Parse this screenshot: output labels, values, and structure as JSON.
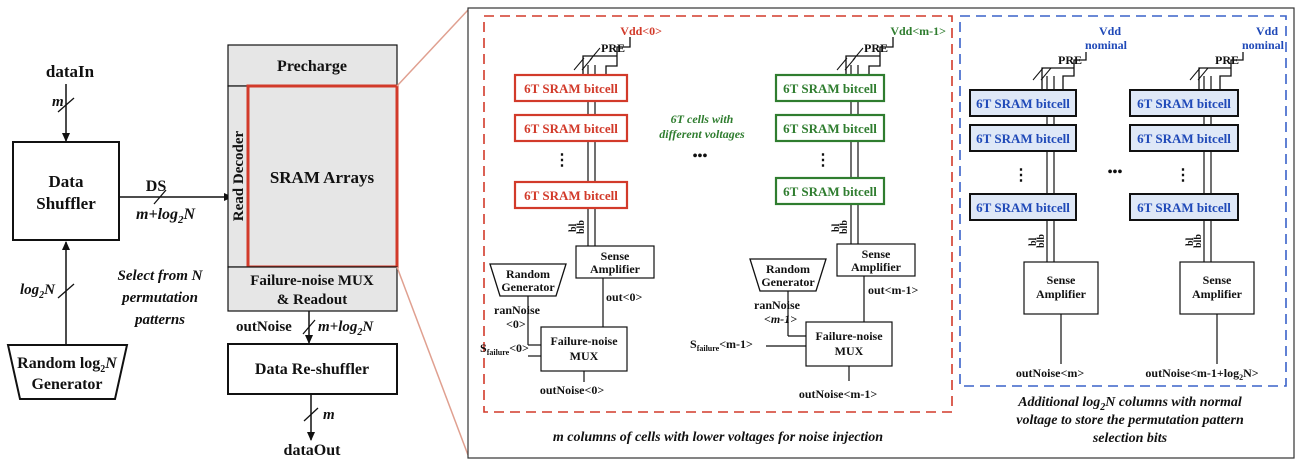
{
  "left": {
    "data_in": "dataIn",
    "m": "m",
    "data_shuffler": [
      "Data",
      "Shuffler"
    ],
    "ds": "DS",
    "ds_width_m": "m+log",
    "ds_width_n": "N",
    "log2n_label_log": "log",
    "log2n_label_n": "N",
    "select_caption": [
      "Select from N",
      "permutation",
      "patterns"
    ],
    "random_gen": [
      "Random log",
      "N",
      "Generator"
    ]
  },
  "middle": {
    "precharge": "Precharge",
    "read_decoder": "Read Decoder",
    "sram_arrays": "SRAM Arrays",
    "failure_mux": [
      "Failure-noise MUX",
      "& Readout"
    ],
    "out_noise": "outNoise",
    "out_width": "m+log",
    "out_width_n": "N",
    "reshuffler": "Data Re-shuffler",
    "m_out": "m",
    "data_out": "dataOut"
  },
  "detail": {
    "vdd0": "Vdd<0>",
    "vddm1": "Vdd<m-1>",
    "vdd_nominal": [
      "Vdd",
      "nominal"
    ],
    "pre": "PRE",
    "bitcell": "6T SRAM bitcell",
    "cells_note": [
      "6T cells with",
      "different voltages"
    ],
    "ellipsis": "•••",
    "bl": "bl",
    "blb": "blb",
    "sense": [
      "Sense",
      "Amplifier"
    ],
    "random_gen": [
      "Random",
      "Generator"
    ],
    "out0": "out<0>",
    "outm1": "out<m-1>",
    "rannoise": "ranNoise",
    "rannoise0": "<0>",
    "rannoisem1": "<m-1>",
    "s_failure": "S",
    "s_failure_sub": "failure",
    "s0": "<0>",
    "sm1": "<m-1>",
    "fn_mux": [
      "Failure-noise",
      "MUX"
    ],
    "outnoise0": "outNoise<0>",
    "outnoisem1": "outNoise<m-1>",
    "outnoisem": "outNoise<m>",
    "outnoise_last": "outNoise<m-1+log",
    "outnoise_last_n": "N>",
    "caption_red": "m columns of cells with lower voltages for noise injection",
    "caption_blue": [
      "Additional log",
      "N columns with normal",
      "voltage to store the permutation pattern",
      "selection bits"
    ]
  },
  "colors": {
    "red": "#d23a2a",
    "green": "#2f7d2f",
    "blue": "#1f49b8",
    "cell_blue": "#dfe8f7",
    "gray": "#e6e6e6"
  }
}
